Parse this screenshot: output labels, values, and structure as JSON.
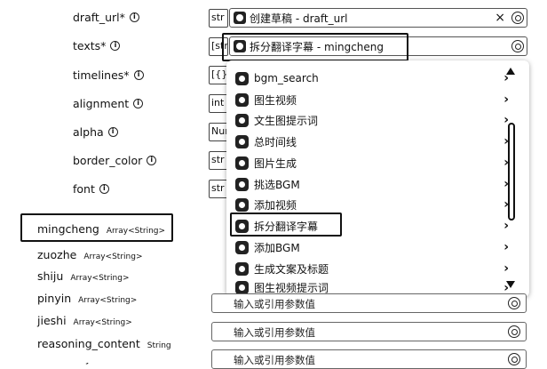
{
  "params": [
    {
      "label": "draft_url*",
      "type": "str"
    },
    {
      "label": "texts*",
      "type": "[str]"
    },
    {
      "label": "timelines*",
      "type": "[{}]"
    },
    {
      "label": "alignment",
      "type": "int"
    },
    {
      "label": "alpha",
      "type": "Num"
    },
    {
      "label": "border_color",
      "type": "str"
    },
    {
      "label": "font",
      "type": "str"
    }
  ],
  "fields": {
    "draft_url_ref": "创建草稿 - draft_url",
    "texts_ref": "拆分翻译字幕 - mingcheng",
    "placeholder": "输入或引用参数值",
    "bottom_partial_label": "keywords"
  },
  "dropdown": {
    "items": [
      {
        "label": "bgm_search",
        "icon": "node-icon"
      },
      {
        "label": "图生视频",
        "icon": "node-icon"
      },
      {
        "label": "文生图提示词",
        "icon": "node-icon"
      },
      {
        "label": "总时间线",
        "icon": "node-icon"
      },
      {
        "label": "图片生成",
        "icon": "node-icon"
      },
      {
        "label": "挑选BGM",
        "icon": "node-icon"
      },
      {
        "label": "添加视频",
        "icon": "node-icon"
      },
      {
        "label": "拆分翻译字幕",
        "icon": "node-icon"
      },
      {
        "label": "添加BGM",
        "icon": "node-icon"
      },
      {
        "label": "生成文案及标题",
        "icon": "node-icon"
      },
      {
        "label": "图生视频提示词",
        "icon": "node-icon"
      }
    ]
  },
  "outputs": [
    {
      "name": "mingcheng",
      "type": "Array<String>"
    },
    {
      "name": "zuozhe",
      "type": "Array<String>"
    },
    {
      "name": "shiju",
      "type": "Array<String>"
    },
    {
      "name": "pinyin",
      "type": "Array<String>"
    },
    {
      "name": "jieshi",
      "type": "Array<String>"
    },
    {
      "name": "reasoning_content",
      "type": "String"
    }
  ],
  "icons": {
    "clear": "close-icon",
    "settings": "settings-icon",
    "scroll_up": "triangle-up-icon",
    "scroll_down": "triangle-down-icon",
    "chevron": "chevron-right-icon"
  }
}
